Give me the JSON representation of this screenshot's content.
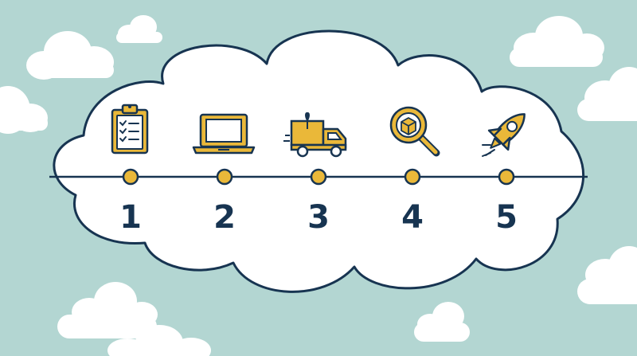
{
  "colors": {
    "sky": "#b3d6d2",
    "cloud_fill": "#ffffff",
    "outline": "#173451",
    "accent": "#eab839"
  },
  "steps": [
    {
      "number": "1",
      "icon": "clipboard-checklist-icon"
    },
    {
      "number": "2",
      "icon": "laptop-icon"
    },
    {
      "number": "3",
      "icon": "delivery-truck-icon"
    },
    {
      "number": "4",
      "icon": "magnifier-box-icon"
    },
    {
      "number": "5",
      "icon": "rocket-icon"
    }
  ]
}
